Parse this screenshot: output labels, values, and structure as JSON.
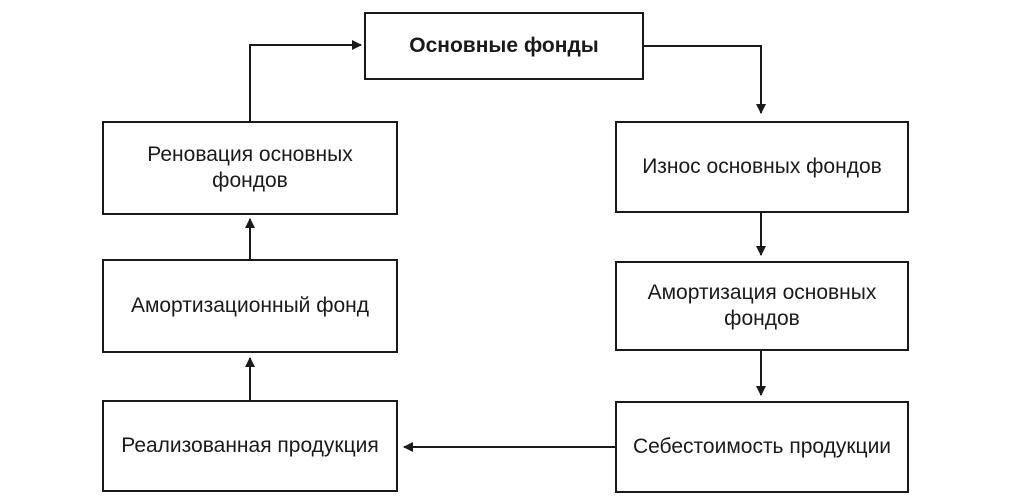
{
  "diagram": {
    "nodes": {
      "fixed_assets": "Основные фонды",
      "renovation": "Реновация основных фондов",
      "depreciation_fund": "Амортизационный фонд",
      "sold_products": "Реализованная продукция",
      "wear": "Износ основных фондов",
      "amortization": "Амортизация основных фондов",
      "cost": "Себестоимость продукции"
    },
    "edges": [
      {
        "from": "fixed_assets",
        "to": "wear"
      },
      {
        "from": "wear",
        "to": "amortization"
      },
      {
        "from": "amortization",
        "to": "cost"
      },
      {
        "from": "cost",
        "to": "sold_products"
      },
      {
        "from": "sold_products",
        "to": "depreciation_fund"
      },
      {
        "from": "depreciation_fund",
        "to": "renovation"
      },
      {
        "from": "renovation",
        "to": "fixed_assets"
      }
    ]
  }
}
